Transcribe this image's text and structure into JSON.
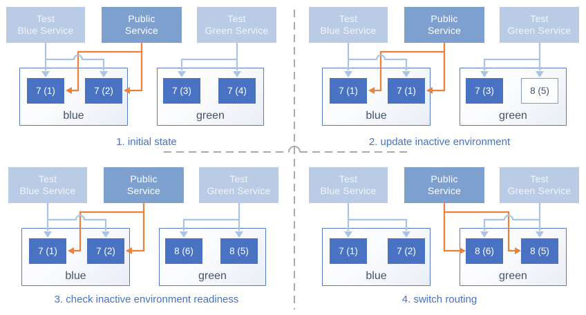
{
  "title": "blue-green deployment steps diagram",
  "colors": {
    "service_light": "#b9cbe5",
    "service_dark": "#7da0ce",
    "service_text": "#f2f6fb",
    "pod_fill": "#4a72c2",
    "pod_text": "#ffffff",
    "pod_outline_border": "#8499c2",
    "env_border": "#5579c0",
    "env_label": "#44546a",
    "connector_blue": "#aac4e6",
    "orange": "#e8823e",
    "caption_blue": "#4472c4",
    "divider_gray": "#a9a9a9"
  },
  "services": {
    "test_blue": {
      "line1": "Test",
      "line2": "Blue Service"
    },
    "public": {
      "line1": "Public",
      "line2": "Service"
    },
    "test_green": {
      "line1": "Test",
      "line2": "Green Service"
    }
  },
  "quadrants": [
    {
      "caption": "1. initial state",
      "public_routing": "blue",
      "blue_env": {
        "label": "blue",
        "pods": [
          {
            "label": "7 (1)",
            "filled": true
          },
          {
            "label": "7 (2)",
            "filled": true
          }
        ]
      },
      "green_env": {
        "label": "green",
        "pods": [
          {
            "label": "7 (3)",
            "filled": true
          },
          {
            "label": "7 (4)",
            "filled": true
          }
        ]
      }
    },
    {
      "caption": "2. update inactive environment",
      "public_routing": "blue",
      "blue_env": {
        "label": "blue",
        "pods": [
          {
            "label": "7 (1)",
            "filled": true
          },
          {
            "label": "7 (1)",
            "filled": true
          }
        ]
      },
      "green_env": {
        "label": "green",
        "pods": [
          {
            "label": "7 (3)",
            "filled": true
          },
          {
            "label": "8 (5)",
            "filled": false
          }
        ]
      }
    },
    {
      "caption": "3. check inactive environment readiness",
      "public_routing": "blue",
      "blue_env": {
        "label": "blue",
        "pods": [
          {
            "label": "7 (1)",
            "filled": true
          },
          {
            "label": "7 (2)",
            "filled": true
          }
        ]
      },
      "green_env": {
        "label": "green",
        "pods": [
          {
            "label": "8 (6)",
            "filled": true
          },
          {
            "label": "8 (5)",
            "filled": true
          }
        ]
      }
    },
    {
      "caption": "4. switch routing",
      "public_routing": "green",
      "blue_env": {
        "label": "blue",
        "pods": [
          {
            "label": "7 (1)",
            "filled": true
          },
          {
            "label": "7 (2)",
            "filled": true
          }
        ]
      },
      "green_env": {
        "label": "green",
        "pods": [
          {
            "label": "8 (6)",
            "filled": true
          },
          {
            "label": "8 (5)",
            "filled": true
          }
        ]
      }
    }
  ]
}
